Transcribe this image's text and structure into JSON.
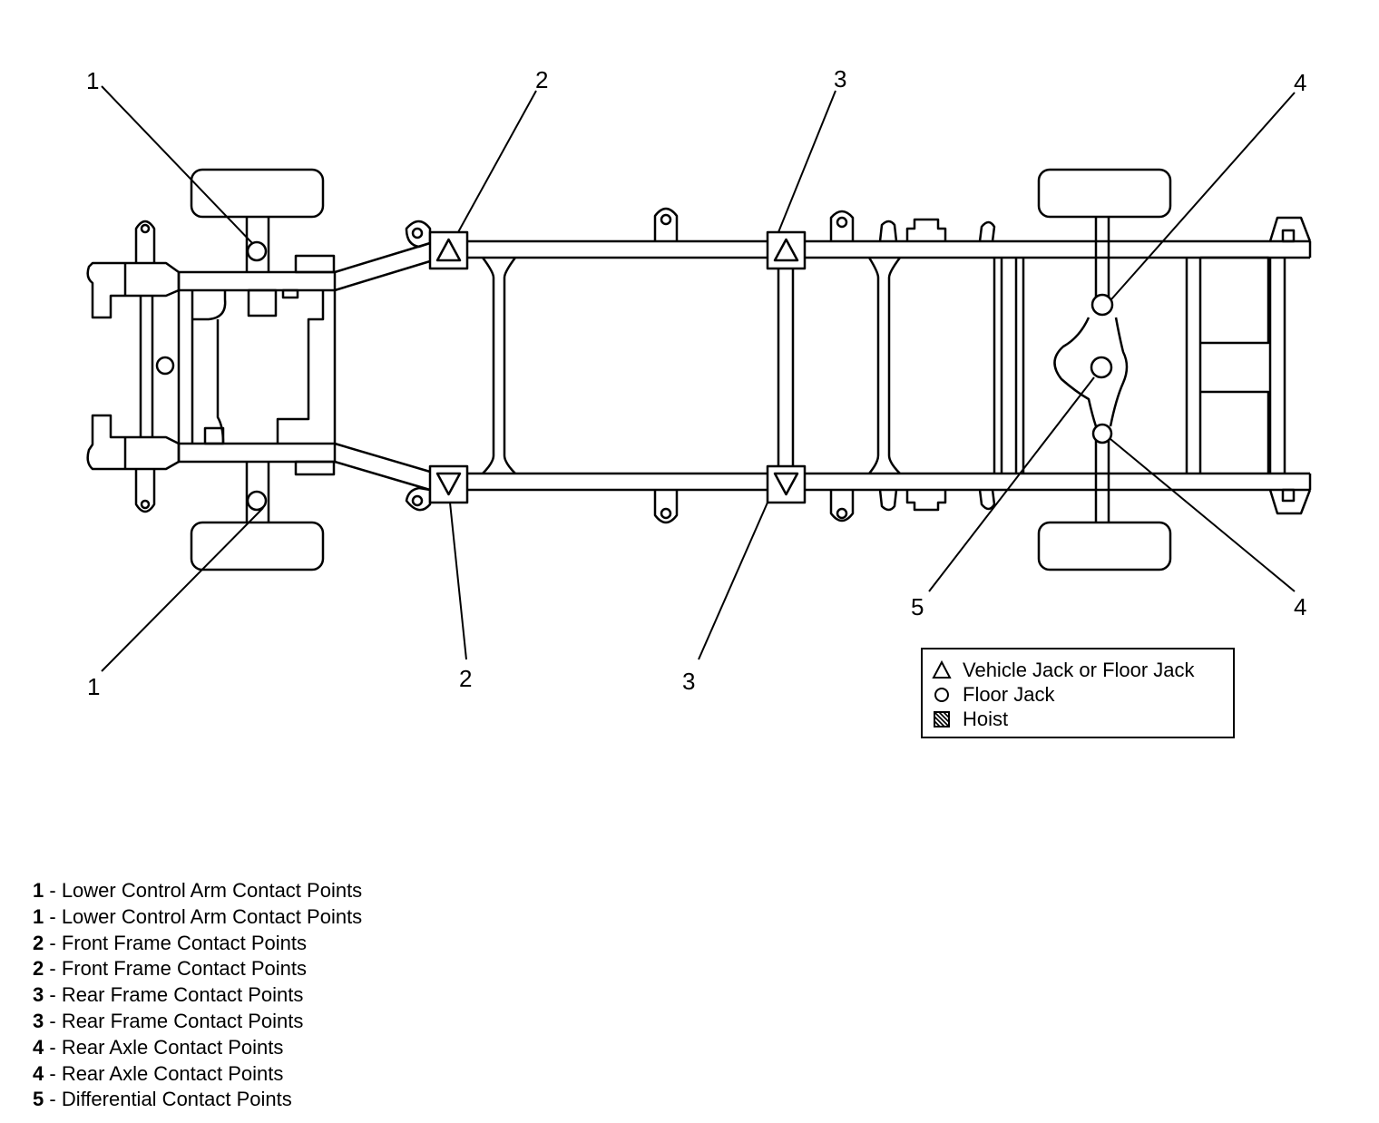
{
  "callouts": {
    "c1_top": "1",
    "c1_bottom": "1",
    "c2_top": "2",
    "c2_bottom": "2",
    "c3_top": "3",
    "c3_bottom": "3",
    "c4_top": "4",
    "c4_bottom": "4",
    "c5": "5"
  },
  "legend": [
    {
      "symbol": "triangle-icon",
      "label": "Vehicle Jack or Floor Jack"
    },
    {
      "symbol": "circle-icon",
      "label": "Floor Jack"
    },
    {
      "symbol": "hatched-square-icon",
      "label": "Hoist"
    }
  ],
  "key": [
    {
      "num": "1",
      "sep": " - ",
      "text": "Lower Control Arm Contact Points"
    },
    {
      "num": "1",
      "sep": " - ",
      "text": "Lower Control Arm Contact Points"
    },
    {
      "num": "2",
      "sep": " - ",
      "text": "Front Frame Contact Points"
    },
    {
      "num": "2",
      "sep": " - ",
      "text": "Front Frame Contact Points"
    },
    {
      "num": "3",
      "sep": " - ",
      "text": "Rear Frame Contact Points"
    },
    {
      "num": "3",
      "sep": " - ",
      "text": "Rear Frame Contact Points"
    },
    {
      "num": "4",
      "sep": " - ",
      "text": "Rear Axle Contact Points"
    },
    {
      "num": "4",
      "sep": " - ",
      "text": "Rear Axle Contact Points"
    },
    {
      "num": "5",
      "sep": " - ",
      "text": "Differential Contact Points"
    }
  ]
}
